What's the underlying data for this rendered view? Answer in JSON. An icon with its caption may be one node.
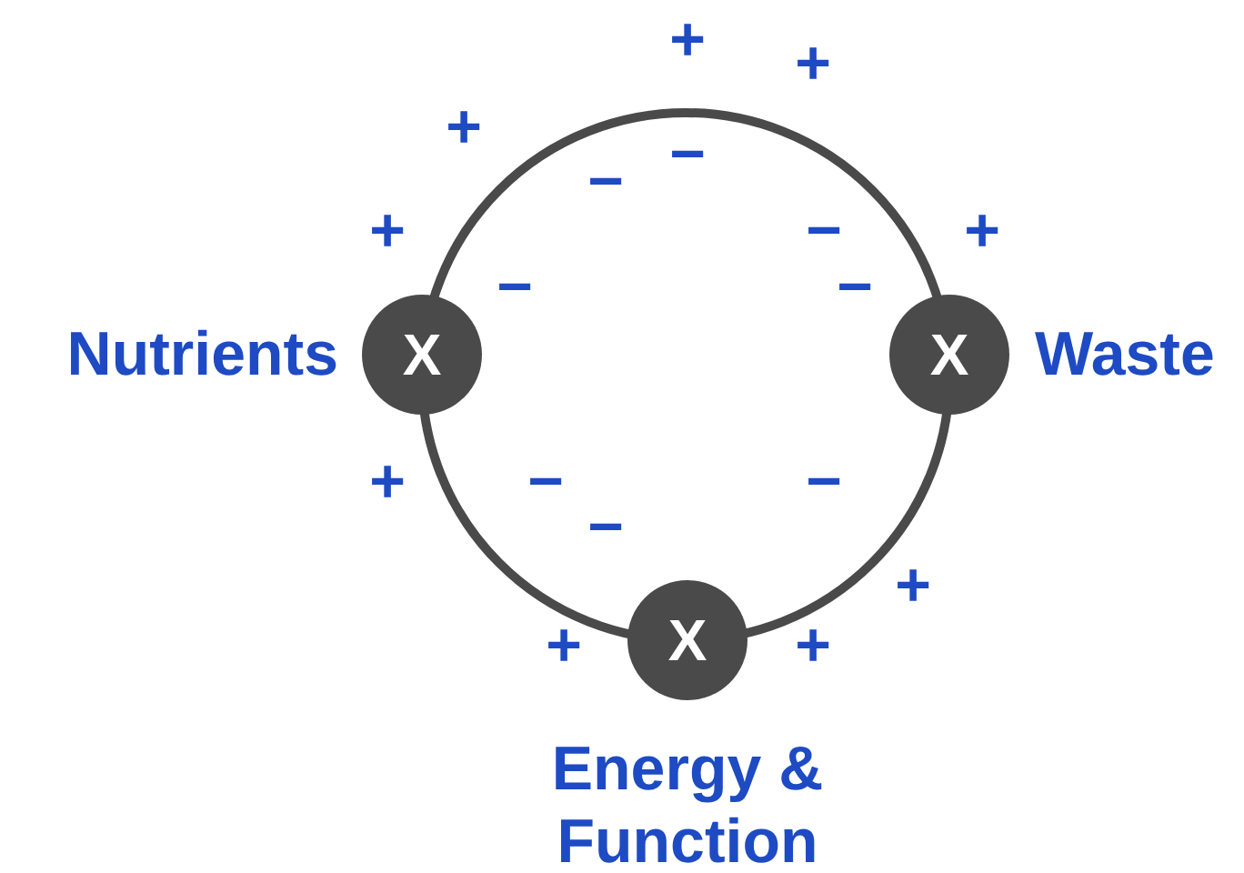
{
  "diagram": {
    "nodes": [
      {
        "text": [
          "X"
        ],
        "beside": [
          "Nutrients"
        ]
      },
      {
        "text": [
          "X"
        ],
        "beside": [
          "Waste"
        ]
      },
      {
        "text": [
          "X"
        ],
        "beside": [
          "Energy & Function"
        ]
      }
    ],
    "labels": [
      "+",
      "+",
      "+",
      "−",
      "−",
      "+",
      "−",
      "+",
      "−",
      "−",
      "+",
      "−",
      "−",
      "−",
      "+",
      "+",
      "+"
    ]
  }
}
